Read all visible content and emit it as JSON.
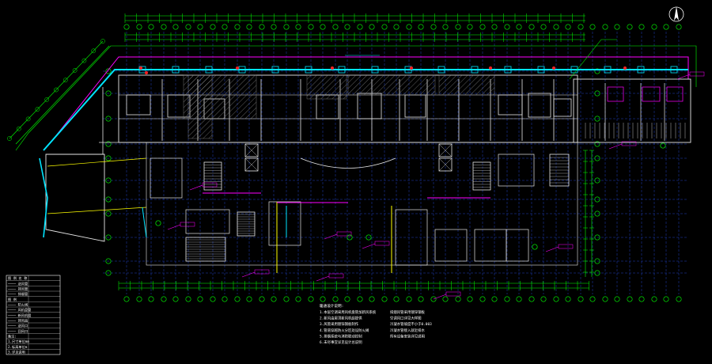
{
  "drawing": {
    "background": "#000000",
    "colors": {
      "grid": "#1f3fbf",
      "axis": "#00ff00",
      "wall": "#e6e6e6",
      "duct": "#00e5ff",
      "magenta": "#ff00ff",
      "yellow": "#ffff00",
      "hatch": "#8a8a8a",
      "red": "#ff2020",
      "white": "#ffffff",
      "orange": "#ff9b2f"
    },
    "north_symbol": "north-arrow-icon"
  },
  "notes": {
    "heading": "暖通设计说明:",
    "left_lines": [
      "1.本层空调采用风机盘管加新风系统",
      "2.新风由屋顶新风机组提供",
      "3.风管采用镀锌钢板制作",
      "4.管道穿越防火分区处设防火阀",
      "5.排烟系统与消防联动控制",
      "6.未尽事宜详见设计总说明"
    ],
    "right_lines": [
      "排烟风管采用镀锌钢板",
      "空调风口详见大样图",
      "冷凝水管坡度不小于0.003",
      "冷凝水管接入就近排水",
      "所有设备安装详见说明"
    ]
  },
  "legend_table": {
    "rows": [
      "图  例    名  称   ",
      "────  送风管  ",
      "────  排风管  ",
      "────  排烟管  ",
      "图  例",
      "────  防火阀  ",
      "────  风机盘管  ",
      "────  新风机组  ",
      "────  排风扇  ",
      "────  送风口  ",
      "────  回风口  ",
      "备注:",
      "1.尺寸单位mm",
      "2.标高单位m",
      "3.详见说明"
    ]
  }
}
